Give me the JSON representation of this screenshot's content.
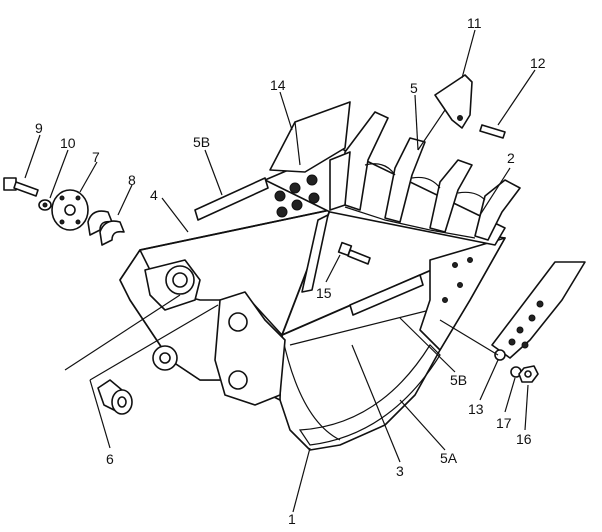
{
  "diagram": {
    "callouts": [
      {
        "id": "c1",
        "text": "1"
      },
      {
        "id": "c2",
        "text": "2"
      },
      {
        "id": "c3",
        "text": "3"
      },
      {
        "id": "c4",
        "text": "4"
      },
      {
        "id": "c5",
        "text": "5"
      },
      {
        "id": "c5a",
        "text": "5A"
      },
      {
        "id": "c5b_top",
        "text": "5B"
      },
      {
        "id": "c5b_right",
        "text": "5B"
      },
      {
        "id": "c6",
        "text": "6"
      },
      {
        "id": "c7",
        "text": "7"
      },
      {
        "id": "c8",
        "text": "8"
      },
      {
        "id": "c9",
        "text": "9"
      },
      {
        "id": "c10",
        "text": "10"
      },
      {
        "id": "c11",
        "text": "11"
      },
      {
        "id": "c12",
        "text": "12"
      },
      {
        "id": "c13",
        "text": "13"
      },
      {
        "id": "c14",
        "text": "14"
      },
      {
        "id": "c15",
        "text": "15"
      },
      {
        "id": "c16",
        "text": "16"
      },
      {
        "id": "c17",
        "text": "17"
      }
    ]
  }
}
